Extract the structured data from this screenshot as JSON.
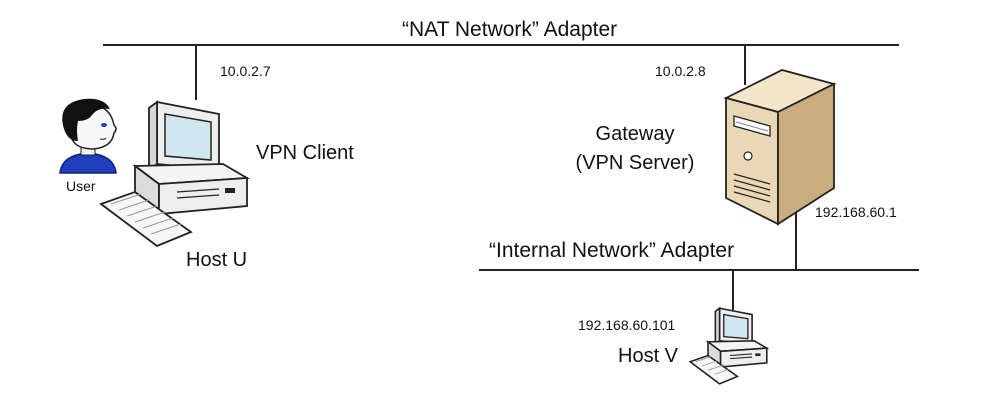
{
  "nat_adapter": {
    "label": "“NAT Network” Adapter"
  },
  "internal_adapter": {
    "label": "“Internal Network” Adapter"
  },
  "host_u": {
    "ip": "10.0.2.7",
    "role": "VPN Client",
    "name": "Host U",
    "user_label": "User",
    "icon": "desktop-computer-icon"
  },
  "gateway": {
    "ip_nat": "10.0.2.8",
    "ip_internal": "192.168.60.1",
    "name": "Gateway",
    "role": "(VPN Server)",
    "icon": "server-tower-icon"
  },
  "host_v": {
    "ip": "192.168.60.101",
    "name": "Host V",
    "icon": "desktop-computer-icon"
  },
  "colors": {
    "line": "#222222",
    "server_body": "#e9d7b6",
    "server_dark": "#b69c6f",
    "pc_body": "#eeeeee",
    "screen": "#cfe8f0",
    "user_shirt": "#1f3fbf"
  }
}
